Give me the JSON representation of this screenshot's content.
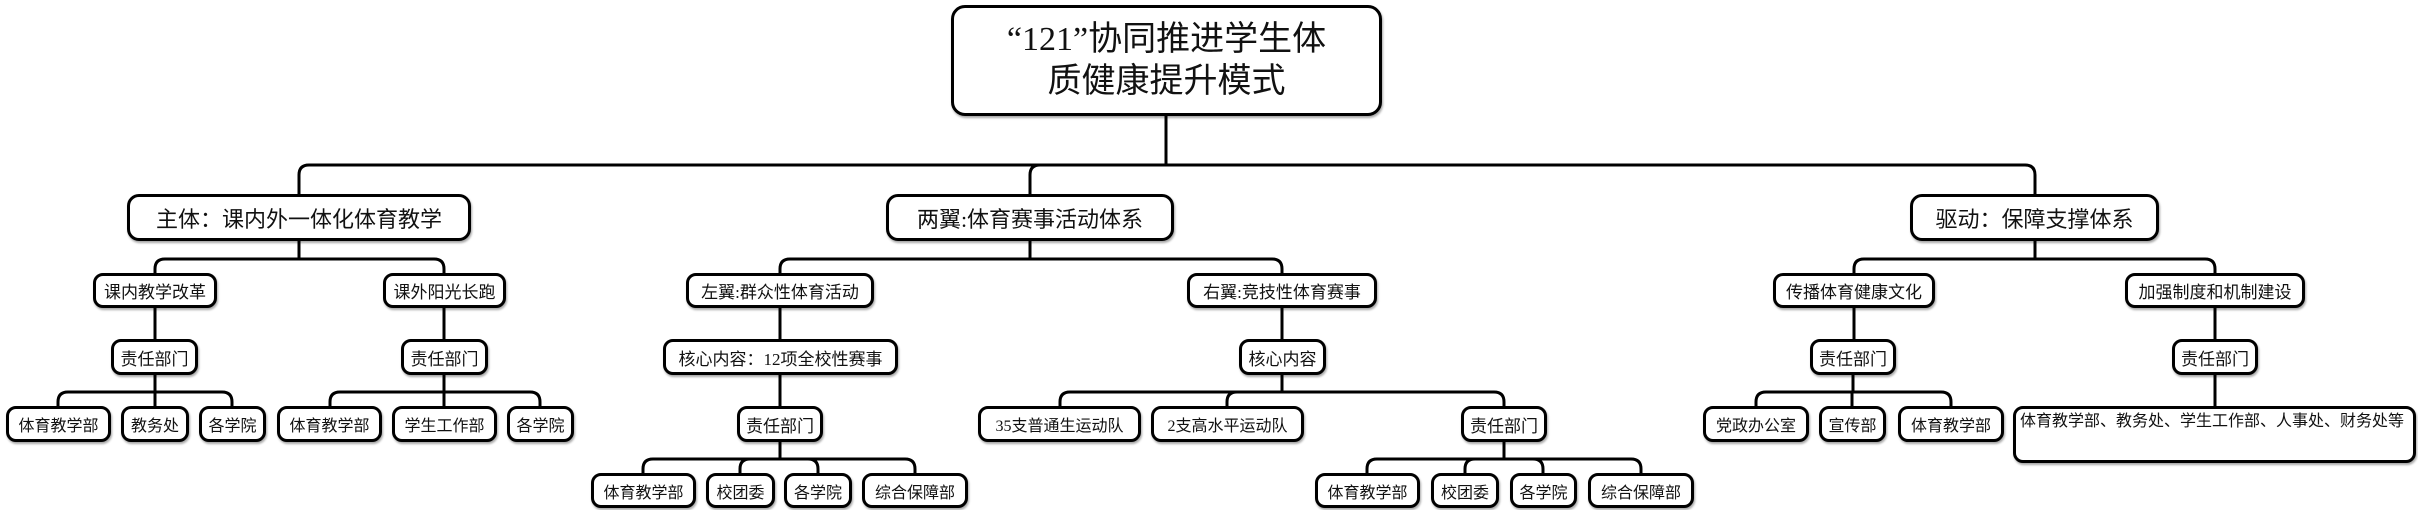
{
  "root": {
    "line1": "“121”协同推进学生体",
    "line2": "质健康提升模式"
  },
  "branches": [
    {
      "label": "主体：课内外一体化体育教学",
      "children": [
        {
          "label": "课内教学改革",
          "dept_label": "责任部门",
          "depts": [
            "体育教学部",
            "教务处",
            "各学院"
          ]
        },
        {
          "label": "课外阳光长跑",
          "dept_label": "责任部门",
          "depts": [
            "体育教学部",
            "学生工作部",
            "各学院"
          ]
        }
      ]
    },
    {
      "label": "两翼:体育赛事活动体系",
      "children": [
        {
          "label": "左翼:群众性体育活动",
          "core_label": "核心内容：12项全校性赛事",
          "dept_label": "责任部门",
          "depts": [
            "体育教学部",
            "校团委",
            "各学院",
            "综合保障部"
          ]
        },
        {
          "label": "右翼:竞技性体育赛事",
          "core_label": "核心内容",
          "core_items": [
            "35支普通生运动队",
            "2支高水平运动队"
          ],
          "dept_label": "责任部门",
          "depts": [
            "体育教学部",
            "校团委",
            "各学院",
            "综合保障部"
          ]
        }
      ]
    },
    {
      "label": "驱动：保障支撑体系",
      "children": [
        {
          "label": "传播体育健康文化",
          "dept_label": "责任部门",
          "depts": [
            "党政办公室",
            "宣传部",
            "体育教学部"
          ]
        },
        {
          "label": "加强制度和机制建设",
          "dept_label": "责任部门",
          "depts": [
            "体育教学部、教务处、学生工作部、人事处、财务处等"
          ]
        }
      ]
    }
  ]
}
